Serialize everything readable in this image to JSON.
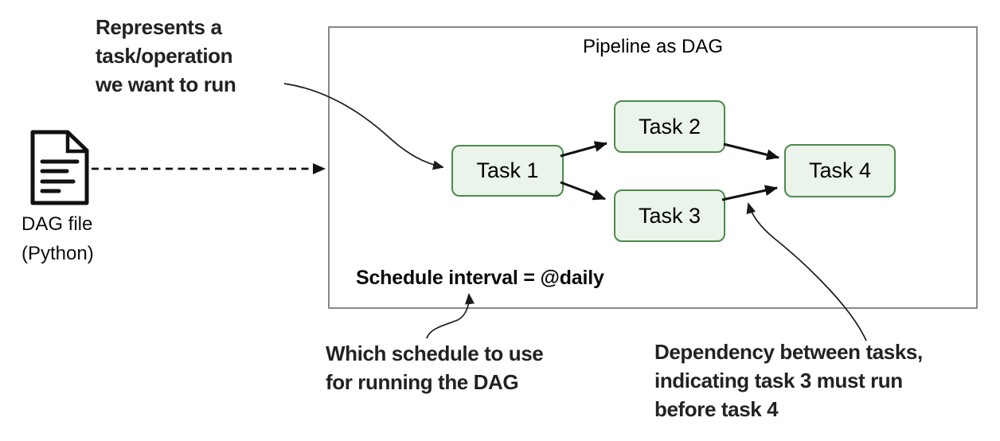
{
  "colors": {
    "task_fill": "#eaf4ea",
    "task_border": "#4d8a4d",
    "container_border": "#8a8a8a",
    "ink": "#111111",
    "annotation_ink": "#242121"
  },
  "dag_file": {
    "icon": "document-icon",
    "label_lines": [
      "DAG file",
      "(Python)"
    ]
  },
  "pipeline_box": {
    "title": "Pipeline as DAG",
    "schedule_label": "Schedule interval = @daily",
    "tasks": [
      {
        "label": "Task 1"
      },
      {
        "label": "Task 2"
      },
      {
        "label": "Task 3"
      },
      {
        "label": "Task 4"
      }
    ],
    "edges": [
      {
        "from": "Task 1",
        "to": "Task 2"
      },
      {
        "from": "Task 1",
        "to": "Task 3"
      },
      {
        "from": "Task 2",
        "to": "Task 4"
      },
      {
        "from": "Task 3",
        "to": "Task 4"
      }
    ],
    "input_edge": {
      "from": "DAG file (Python)",
      "to": "Pipeline as DAG",
      "style": "dashed"
    }
  },
  "annotations": {
    "task_note": {
      "lines": [
        "Represents a",
        "task/operation",
        "we want to run"
      ],
      "points_to": "Task 1"
    },
    "schedule_note": {
      "lines": [
        "Which schedule to use",
        "for running the DAG"
      ],
      "points_to": "Schedule interval = @daily"
    },
    "dependency_note": {
      "lines": [
        "Dependency between tasks,",
        "indicating task 3 must run",
        "before task 4"
      ],
      "points_to": "edge Task 3 to Task 4"
    }
  }
}
